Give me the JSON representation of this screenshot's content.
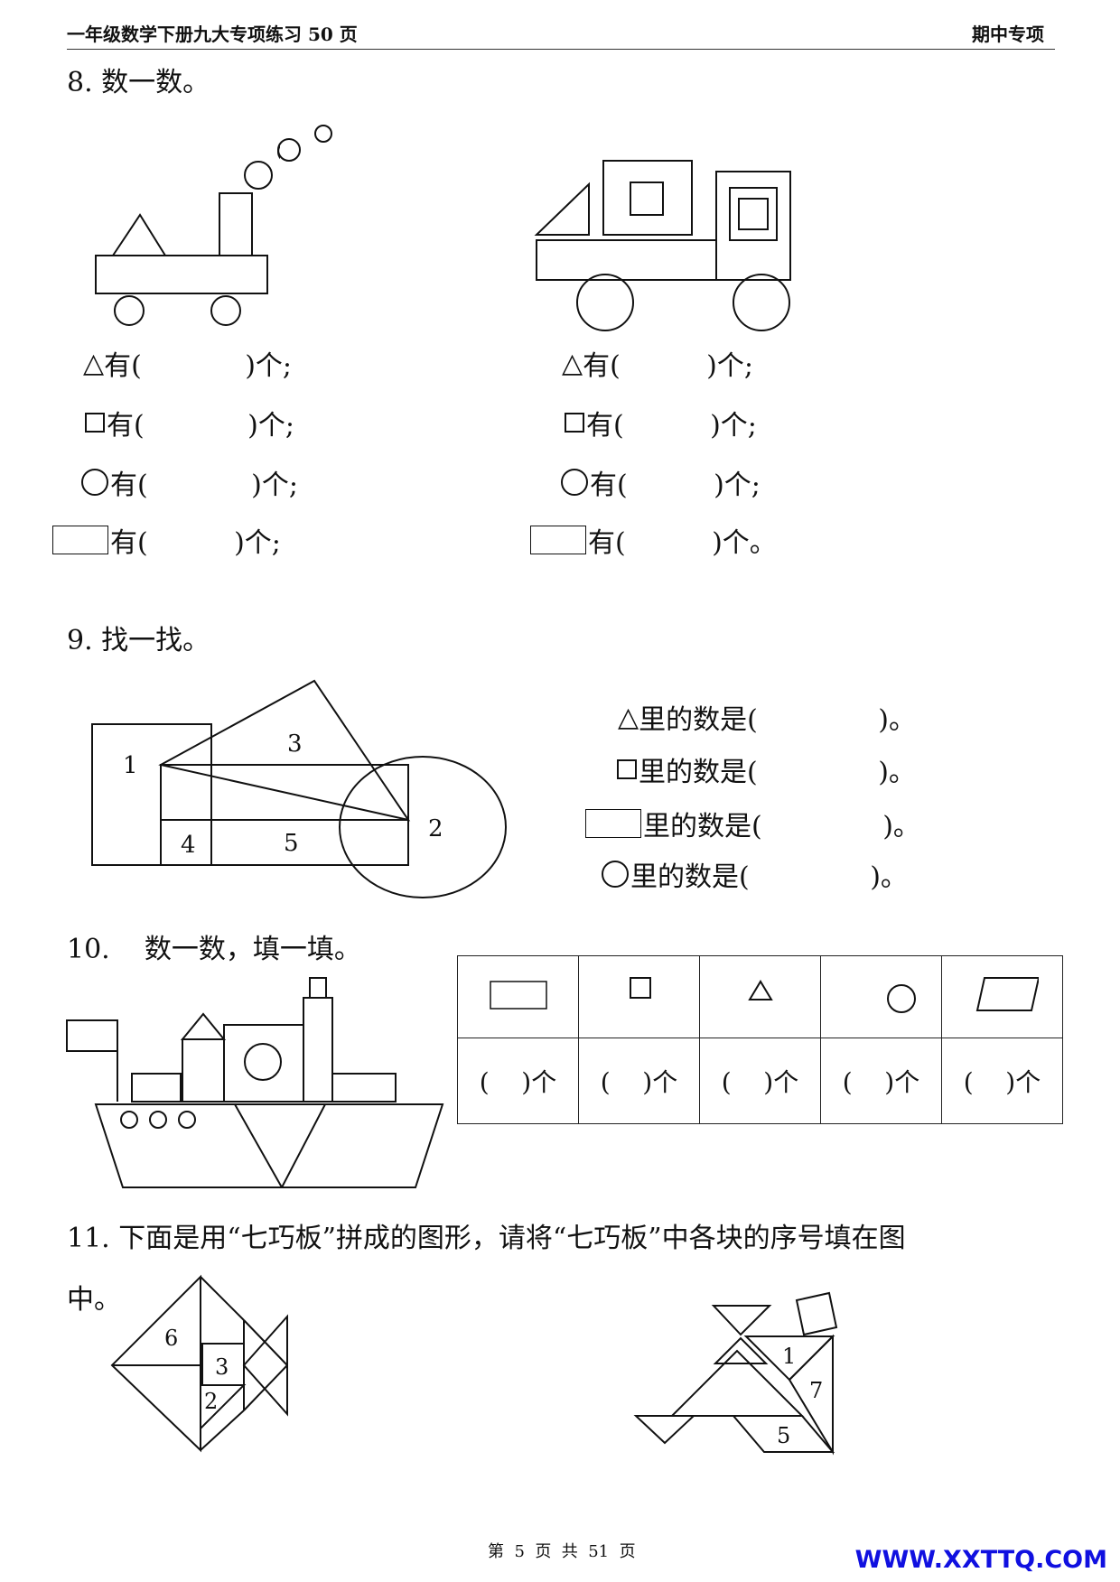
{
  "header": {
    "left": "一年级数学下册九大专项练习 50 页",
    "right": "期中专项"
  },
  "q8": {
    "title": "8. 数一数。",
    "left_rows": [
      {
        "shape": "triangle",
        "text": "有(            )个;"
      },
      {
        "shape": "square",
        "text": "有(            )个;"
      },
      {
        "shape": "circle",
        "text": "有(            )个;"
      },
      {
        "shape": "rectangle",
        "text": "有(          )个;"
      }
    ],
    "right_rows": [
      {
        "shape": "triangle",
        "text": "有(          )个;"
      },
      {
        "shape": "square",
        "text": "有(          )个;"
      },
      {
        "shape": "circle",
        "text": "有(          )个;"
      },
      {
        "shape": "rectangle",
        "text": "有(          )个。"
      }
    ]
  },
  "q9": {
    "title": "9. 找一找。",
    "labels": [
      "1",
      "3",
      "4",
      "5",
      "2"
    ],
    "rows": [
      {
        "shape": "triangle",
        "text": "里的数是(              )。"
      },
      {
        "shape": "square",
        "text": "里的数是(              )。"
      },
      {
        "shape": "rectangle",
        "text": "里的数是(              )。"
      },
      {
        "shape": "circle",
        "text": "里的数是(              )。"
      }
    ]
  },
  "q10": {
    "title": "10.    数一数，填一填。",
    "shapes": [
      "rectangle-icon",
      "square-icon",
      "triangle-icon",
      "circle-icon",
      "parallelogram-icon"
    ],
    "blanks": [
      "(    )个",
      "(    )个",
      "(    )个",
      "(    )个",
      "(    )个"
    ]
  },
  "q11": {
    "title_line1": "11. 下面是用“七巧板”拼成的图形，请将“七巧板”中各块的序号填在图",
    "title_line2": "中。",
    "fish_labels": [
      "6",
      "3",
      "2"
    ],
    "bird_labels": [
      "1",
      "7",
      "5"
    ]
  },
  "footer": {
    "page": "第  5  页  共  51  页",
    "brand": "WWW.XXTTQ.COM"
  }
}
